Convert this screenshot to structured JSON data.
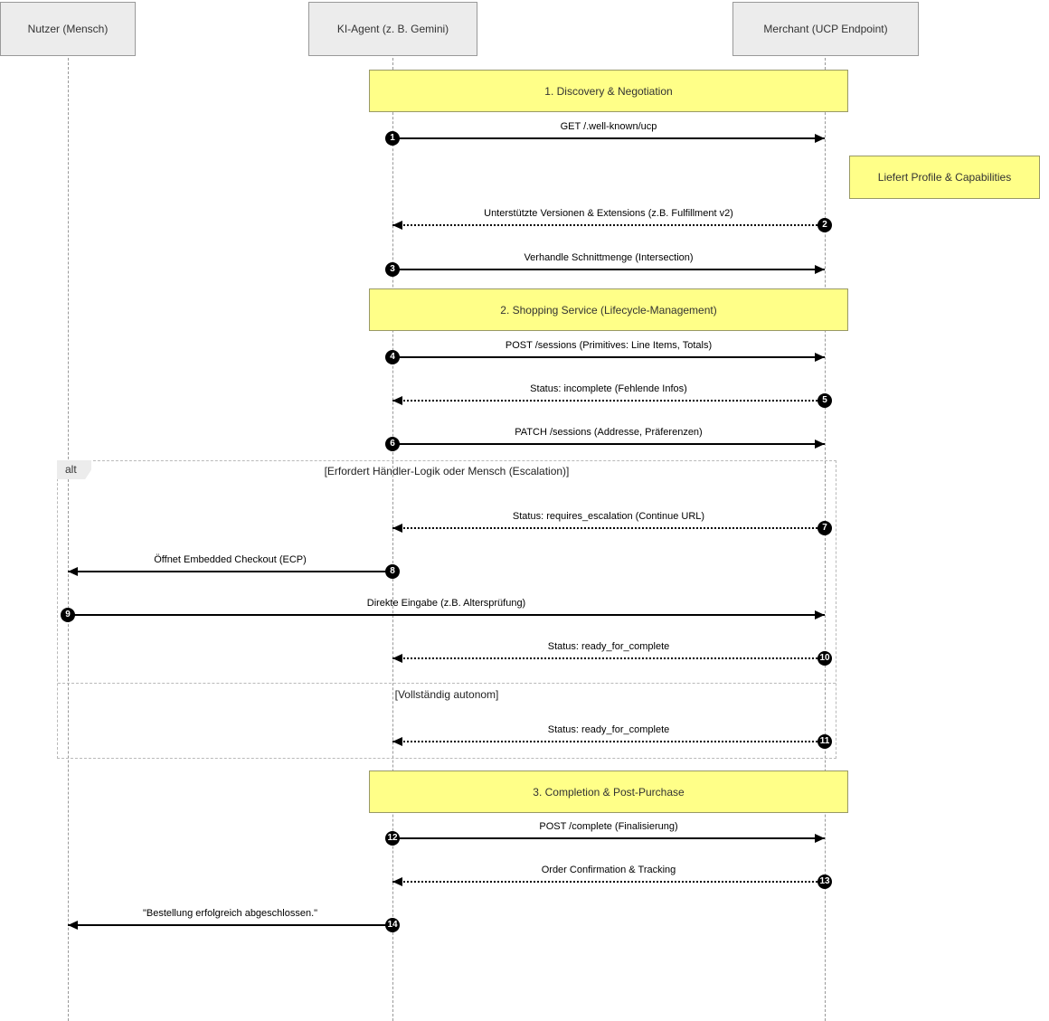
{
  "diagram": {
    "participants": [
      {
        "name": "Nutzer (Mensch)"
      },
      {
        "name": "KI-Agent (z. B. Gemini)"
      },
      {
        "name": "Merchant (UCP Endpoint)"
      }
    ],
    "sections": [
      {
        "title": "1. Discovery & Negotiation"
      },
      {
        "title": "2. Shopping Service (Lifecycle-Management)"
      },
      {
        "title": "3. Completion & Post-Purchase"
      }
    ],
    "note": {
      "text": "Liefert Profile & Capabilities"
    },
    "alt_frame": {
      "label": "alt",
      "conditions": [
        "[Erfordert Händler-Logik oder Mensch (Escalation)]",
        "[Vollständig autonom]"
      ]
    },
    "messages": [
      {
        "number": "1",
        "label": "GET /.well-known/ucp",
        "from": "ki-agent",
        "to": "merchant",
        "line": "solid"
      },
      {
        "number": "2",
        "label": "Unterstützte Versionen & Extensions (z.B. Fulfillment v2)",
        "from": "merchant",
        "to": "ki-agent",
        "line": "dotted"
      },
      {
        "number": "3",
        "label": "Verhandle Schnittmenge (Intersection)",
        "from": "ki-agent",
        "to": "merchant",
        "line": "solid"
      },
      {
        "number": "4",
        "label": "POST /sessions (Primitives: Line Items, Totals)",
        "from": "ki-agent",
        "to": "merchant",
        "line": "solid"
      },
      {
        "number": "5",
        "label": "Status: incomplete (Fehlende Infos)",
        "from": "merchant",
        "to": "ki-agent",
        "line": "dotted"
      },
      {
        "number": "6",
        "label": "PATCH /sessions (Addresse, Präferenzen)",
        "from": "ki-agent",
        "to": "merchant",
        "line": "solid"
      },
      {
        "number": "7",
        "label": "Status: requires_escalation (Continue URL)",
        "from": "merchant",
        "to": "ki-agent",
        "line": "dotted"
      },
      {
        "number": "8",
        "label": "Öffnet Embedded Checkout (ECP)",
        "from": "ki-agent",
        "to": "nutzer",
        "line": "solid"
      },
      {
        "number": "9",
        "label": "Direkte Eingabe (z.B. Altersprüfung)",
        "from": "nutzer",
        "to": "merchant",
        "line": "solid"
      },
      {
        "number": "10",
        "label": "Status: ready_for_complete",
        "from": "merchant",
        "to": "ki-agent",
        "line": "dotted"
      },
      {
        "number": "11",
        "label": "Status: ready_for_complete",
        "from": "merchant",
        "to": "ki-agent",
        "line": "dotted"
      },
      {
        "number": "12",
        "label": "POST /complete (Finalisierung)",
        "from": "ki-agent",
        "to": "merchant",
        "line": "solid"
      },
      {
        "number": "13",
        "label": "Order Confirmation & Tracking",
        "from": "merchant",
        "to": "ki-agent",
        "line": "dotted"
      },
      {
        "number": "14",
        "label": "\"Bestellung erfolgreich abgeschlossen.\"",
        "from": "ki-agent",
        "to": "nutzer",
        "line": "solid"
      }
    ],
    "colors": {
      "banner_fill": "#ffff88",
      "banner_border": "#999966",
      "participant_fill": "#ececec",
      "participant_border": "#999999",
      "lifeline": "#999999",
      "message": "#000000"
    }
  }
}
